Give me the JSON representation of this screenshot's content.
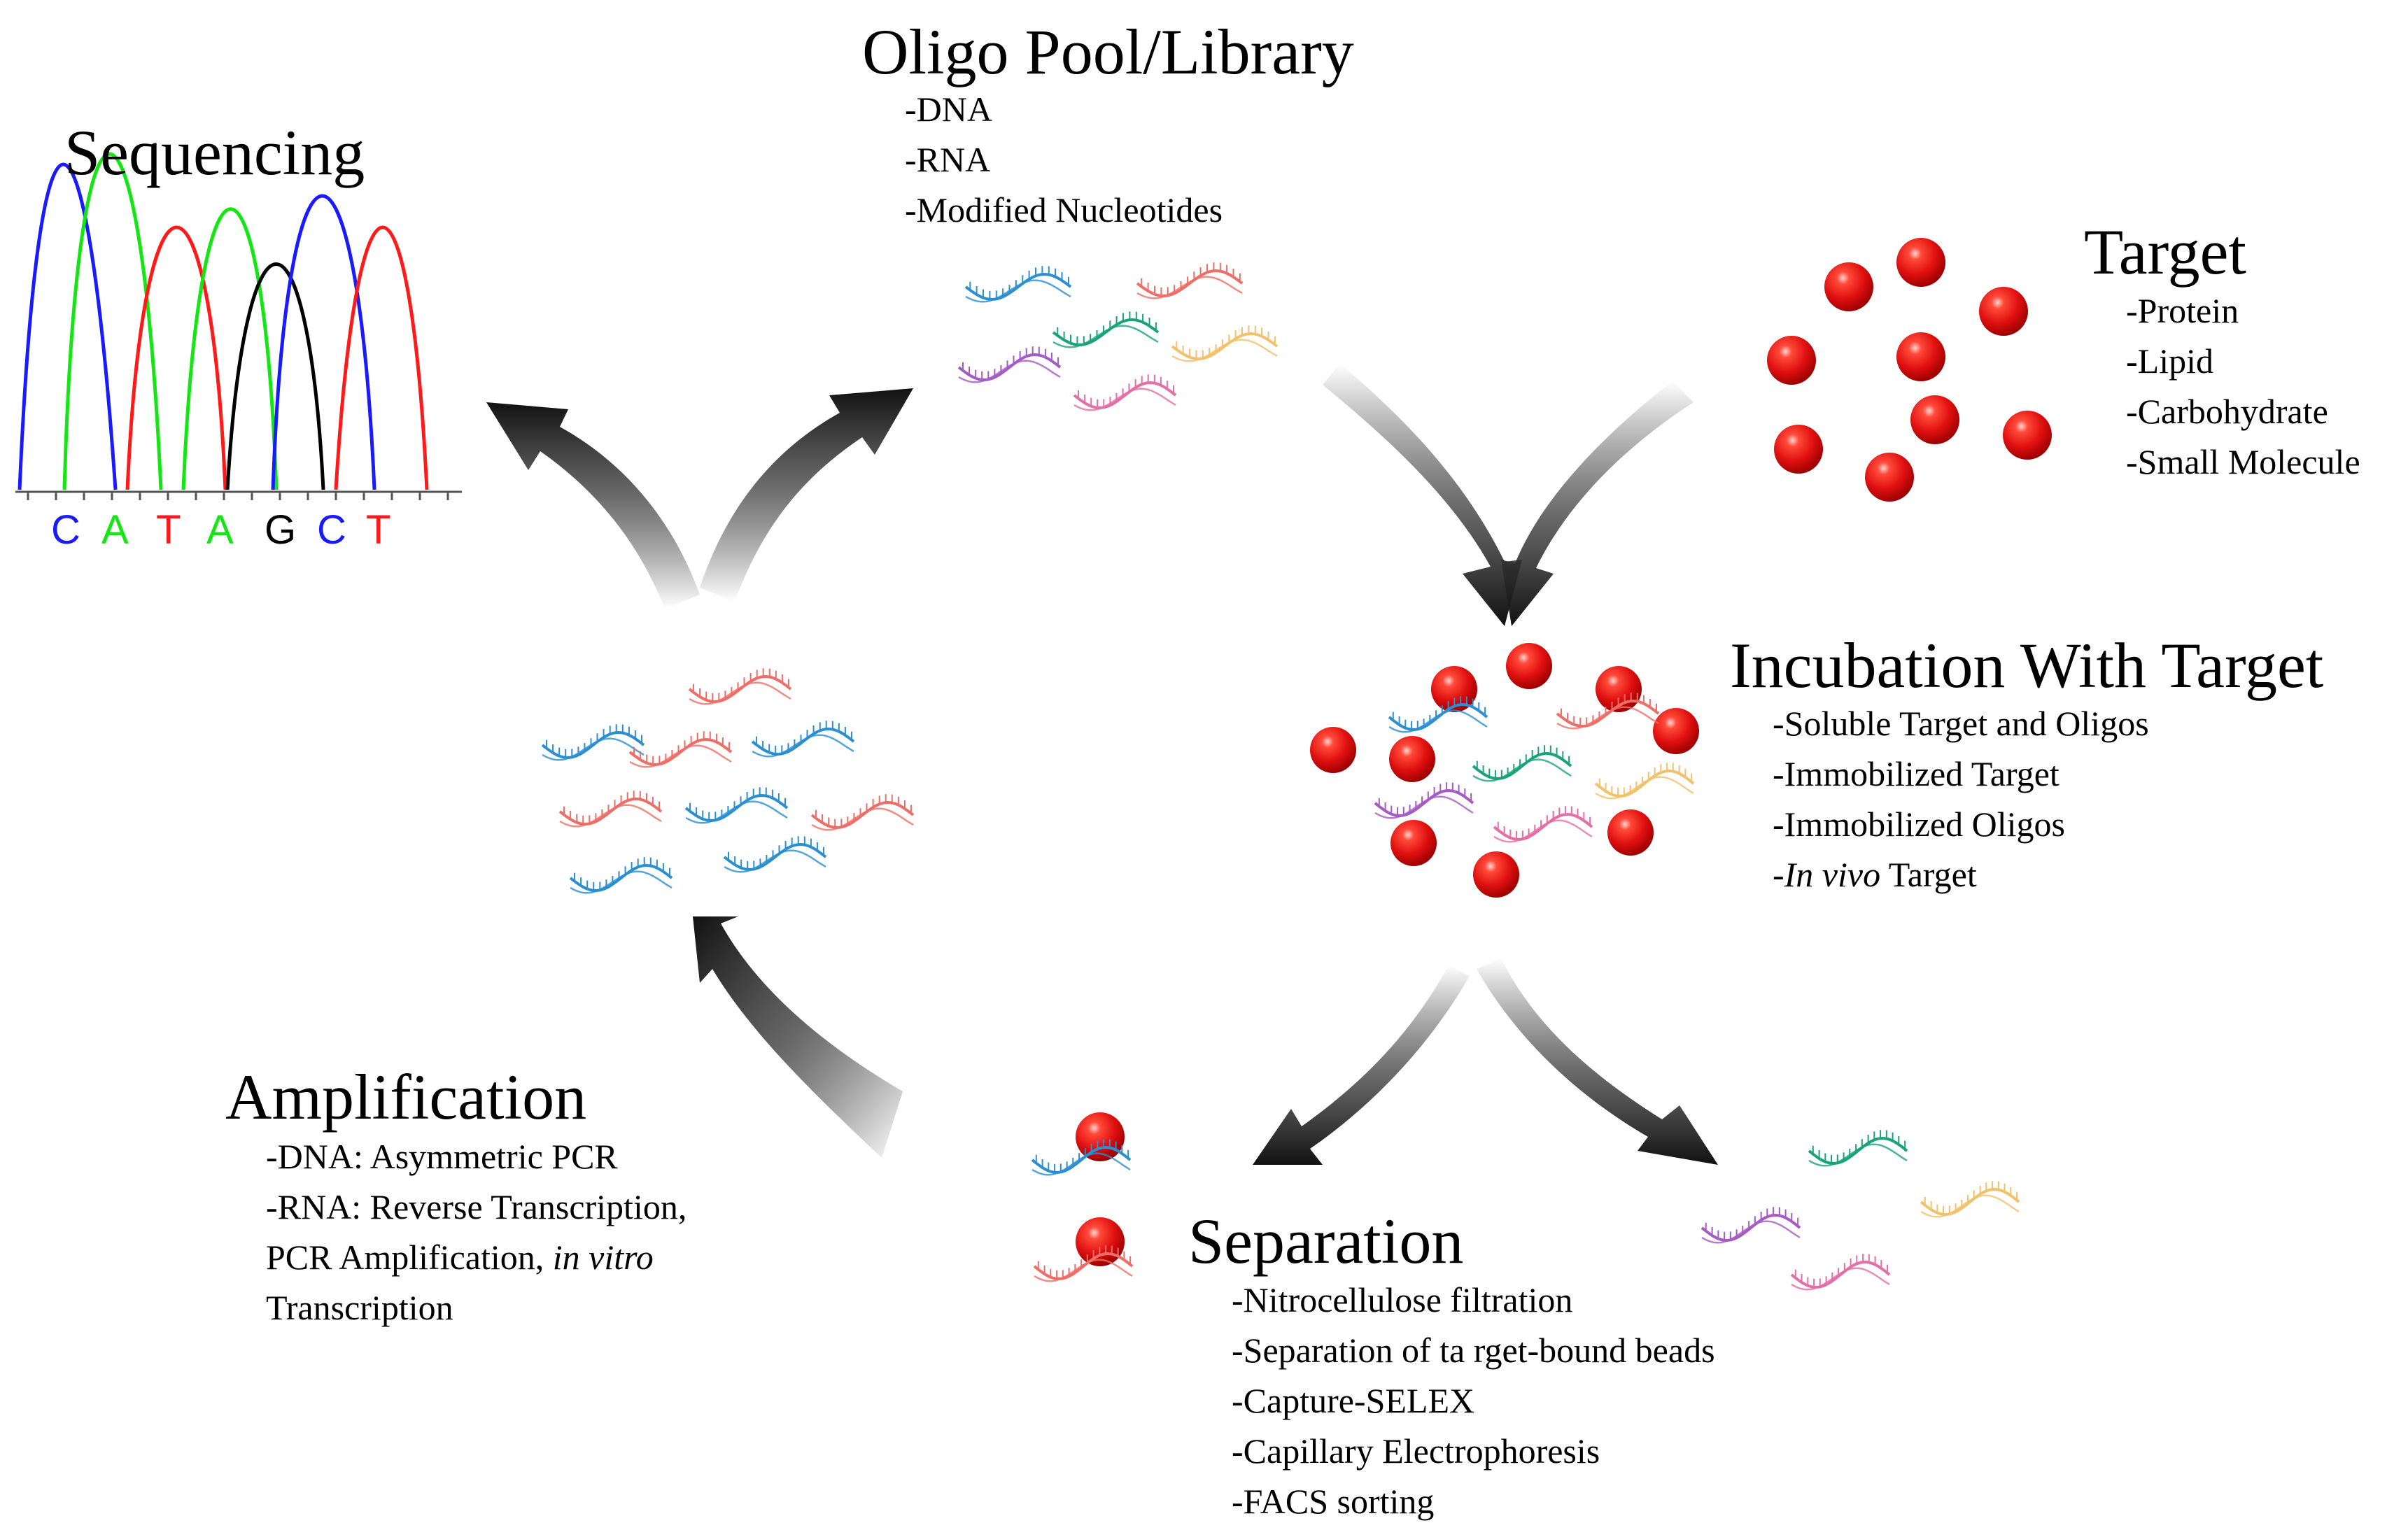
{
  "sequencing": {
    "title": "Sequencing",
    "bases": [
      {
        "letter": "C",
        "color": "#1a1aff"
      },
      {
        "letter": "A",
        "color": "#14e614"
      },
      {
        "letter": "T",
        "color": "#ff1a1a"
      },
      {
        "letter": "A",
        "color": "#14e614"
      },
      {
        "letter": "G",
        "color": "#000000"
      },
      {
        "letter": "C",
        "color": "#1a1aff"
      },
      {
        "letter": "T",
        "color": "#ff1a1a"
      }
    ]
  },
  "oligo_pool": {
    "title": "Oligo Pool/Library",
    "items": [
      "-DNA",
      "-RNA",
      "-Modified Nucleotides"
    ]
  },
  "target": {
    "title": "Target",
    "items": [
      "-Protein",
      "-Lipid",
      "-Carbohydrate",
      "-Small Molecule"
    ]
  },
  "incubation": {
    "title": "Incubation With Target",
    "items": [
      "-Soluble  Target and Oligos",
      "-Immobilized  Target",
      "-Immobilized Oligos"
    ],
    "last_prefix": "-",
    "last_italic": "In vivo",
    "last_rest": " Target"
  },
  "separation": {
    "title": "Separation",
    "items": [
      "-Nitrocellulose filtration",
      "-Separation of ta rget-bound beads",
      "-Capture-SELEX",
      "-Capillary Electrophoresis",
      "-FACS sorting"
    ]
  },
  "amplification": {
    "title": "Amplification",
    "line1": "-DNA: Asymmetric PCR",
    "line2": "-RNA: Reverse  Transcription,",
    "line3_text": "PCR Amplification,  ",
    "line3_italic": "in vitro",
    "line4": "Transcription"
  },
  "colors": {
    "dna_blue": "#2b8fd0",
    "dna_red": "#ee6e67",
    "dna_green": "#1aa37a",
    "dna_purple": "#a55bc4",
    "dna_pink": "#e46fa6",
    "dna_yellow": "#f1c26b",
    "bead": "#e01010",
    "arrow": "#111111"
  }
}
